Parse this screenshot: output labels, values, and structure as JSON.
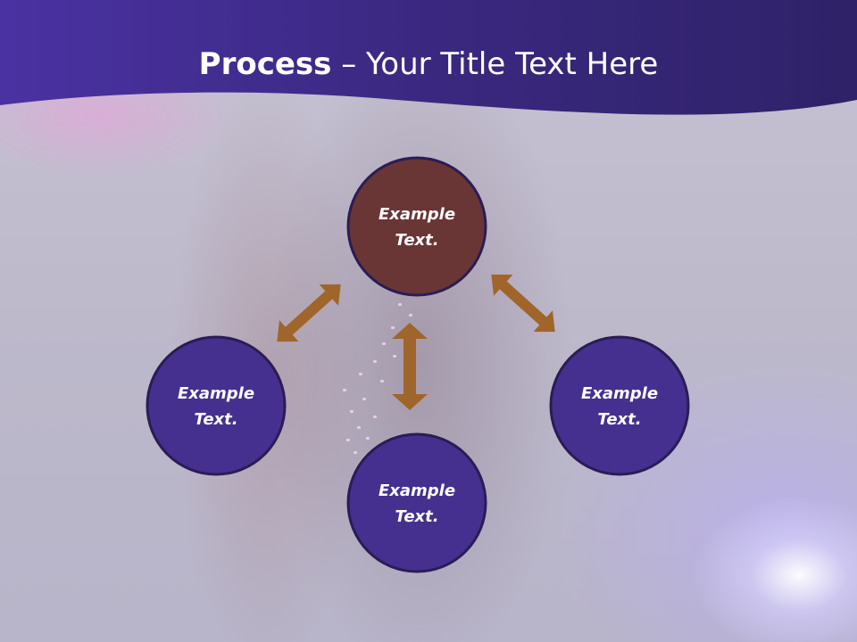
{
  "title": {
    "bold_part": "Process",
    "separator": " – ",
    "rest": "Your Title Text Here"
  },
  "nodes": [
    {
      "id": "top",
      "line1": "Example",
      "line2": "Text.",
      "fill": "#6a3535"
    },
    {
      "id": "left",
      "line1": "Example",
      "line2": "Text.",
      "fill": "#45308f"
    },
    {
      "id": "right",
      "line1": "Example",
      "line2": "Text.",
      "fill": "#45308f"
    },
    {
      "id": "bottom",
      "line1": "Example",
      "line2": "Text.",
      "fill": "#45308f"
    }
  ],
  "colors": {
    "header": "#3e2a8a",
    "arrow": "#a0652a",
    "node_border": "#2a1c55"
  }
}
